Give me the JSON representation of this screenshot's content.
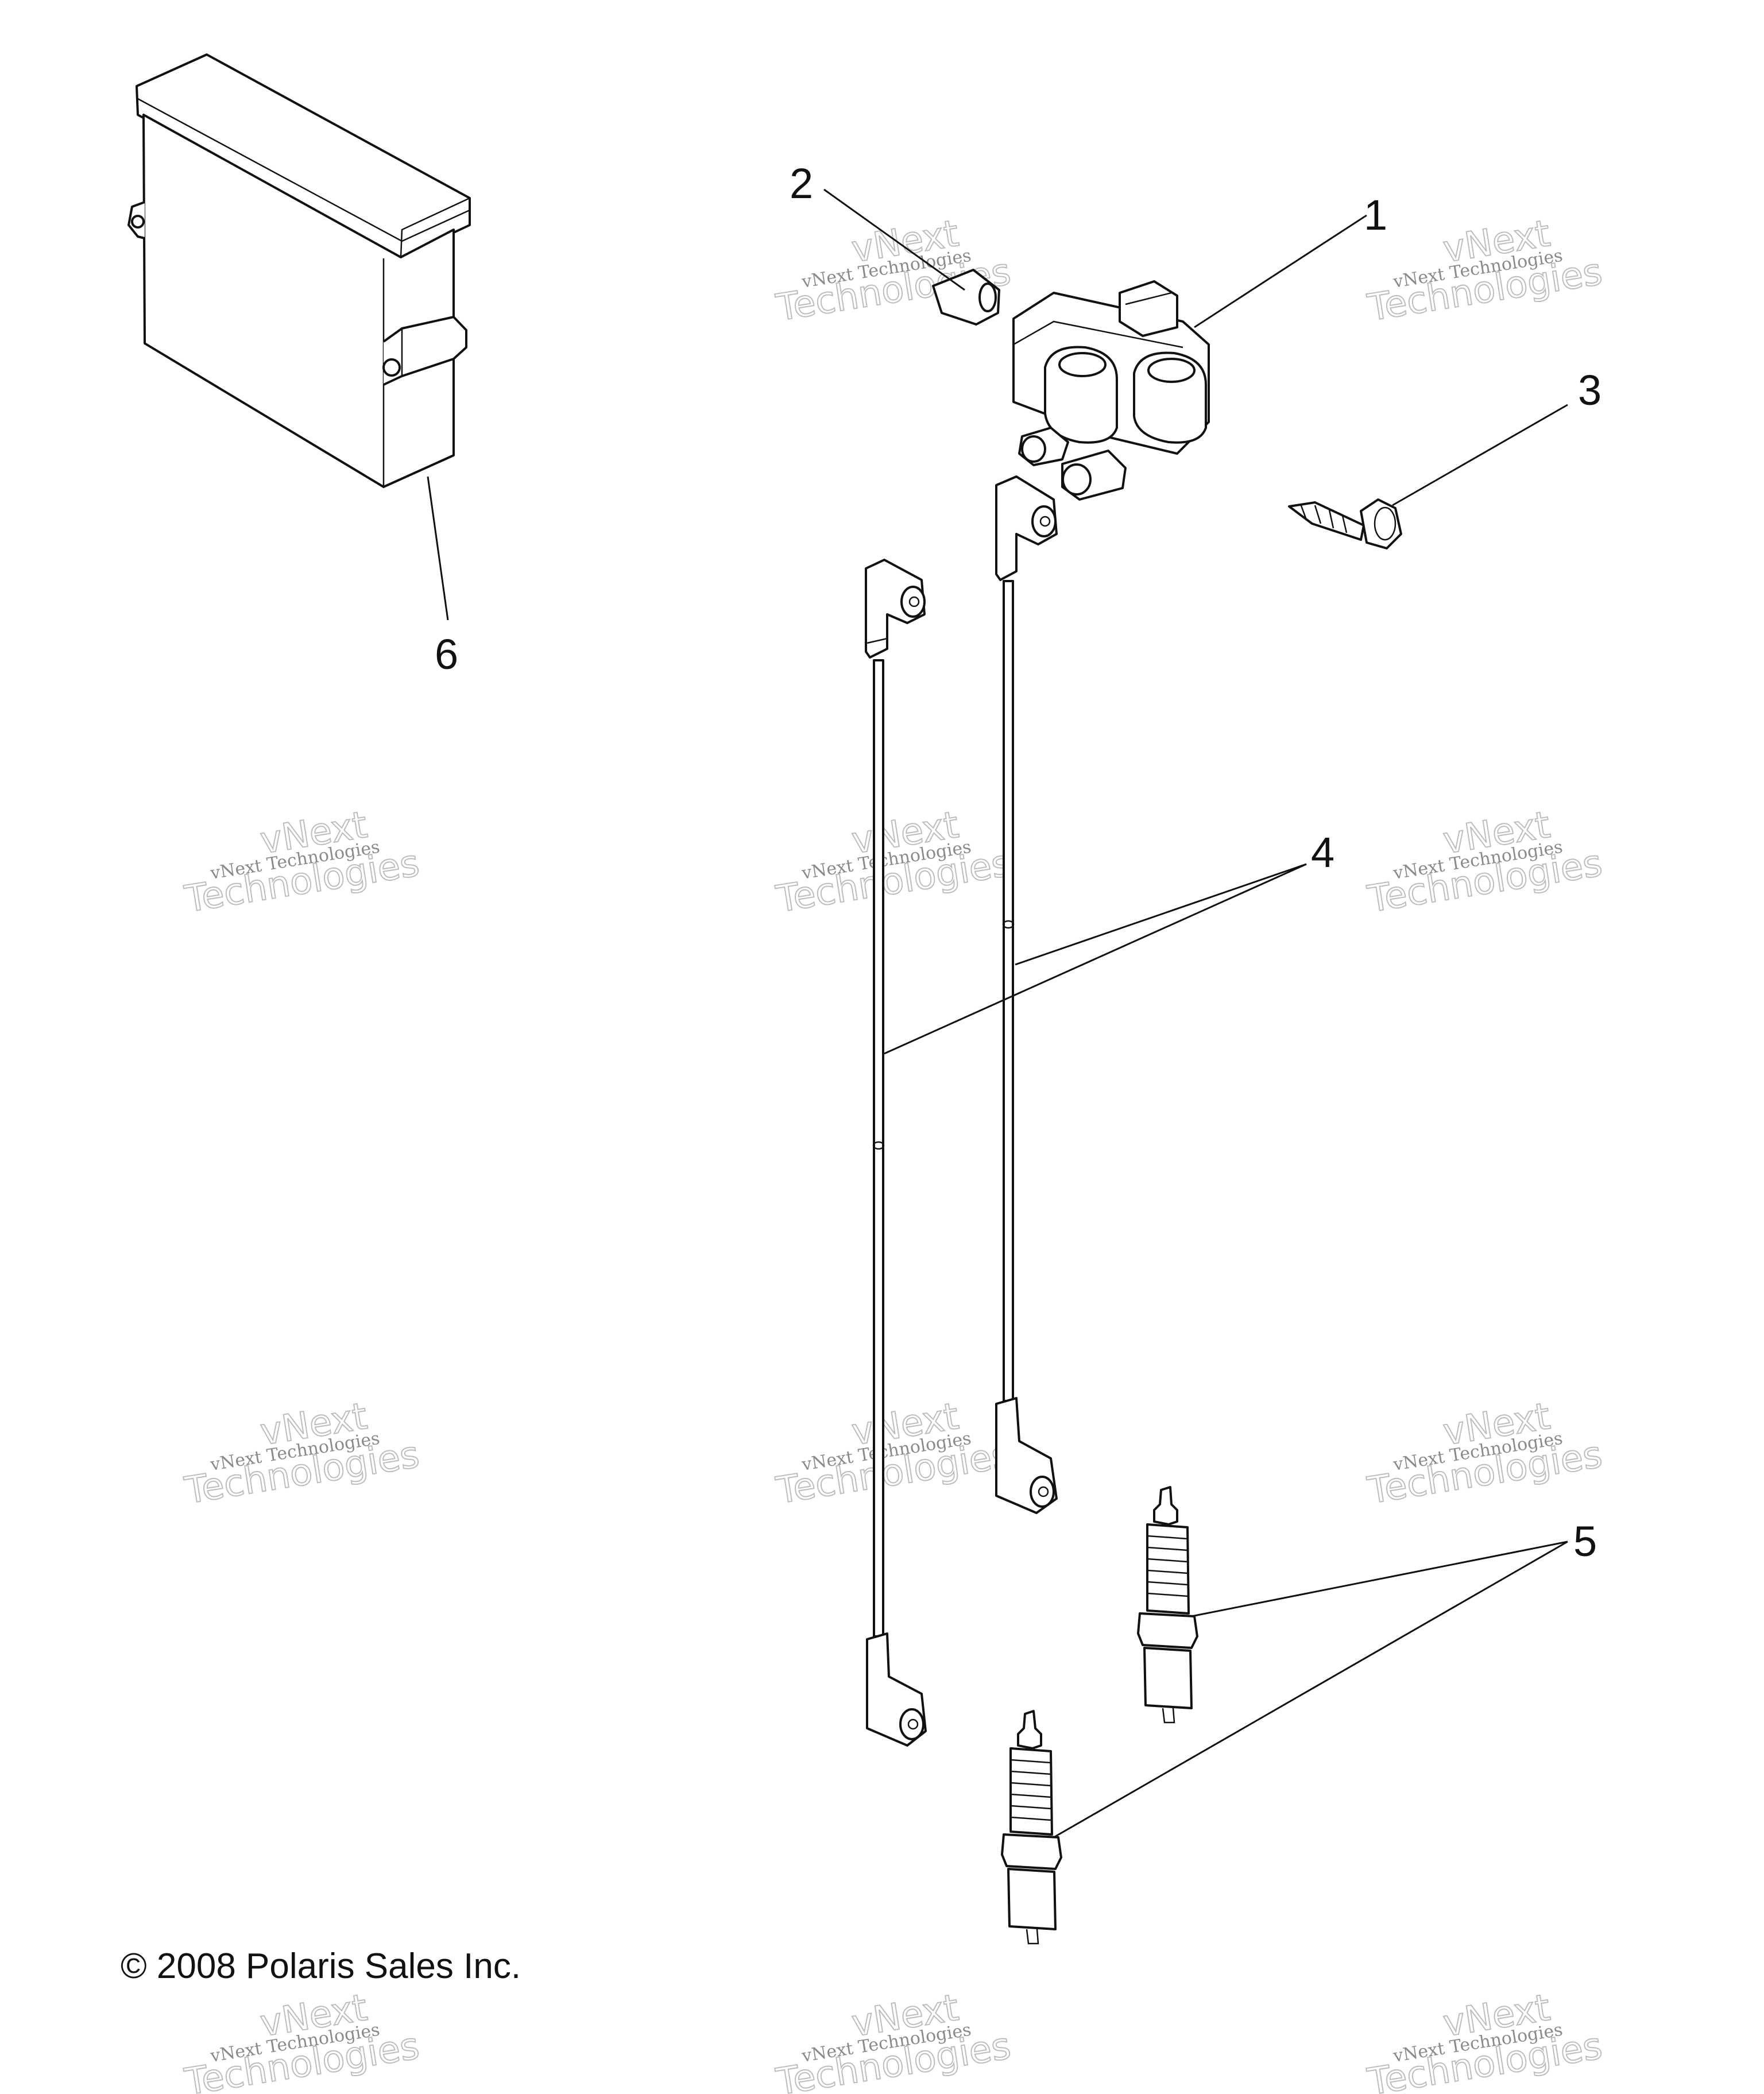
{
  "callouts": {
    "c1": "1",
    "c2": "2",
    "c3": "3",
    "c4": "4",
    "c5": "5",
    "c6": "6"
  },
  "parts": {
    "p1": "ignition-coil",
    "p2": "bushing",
    "p3": "screw",
    "p4": "spark-plug-wire",
    "p5": "spark-plug",
    "p6": "ecu-module"
  },
  "copyright": "© 2008 Polaris Sales Inc.",
  "watermark": {
    "line1": "vNext Technologies",
    "line2": "vNext",
    "line3": "Technologies"
  }
}
